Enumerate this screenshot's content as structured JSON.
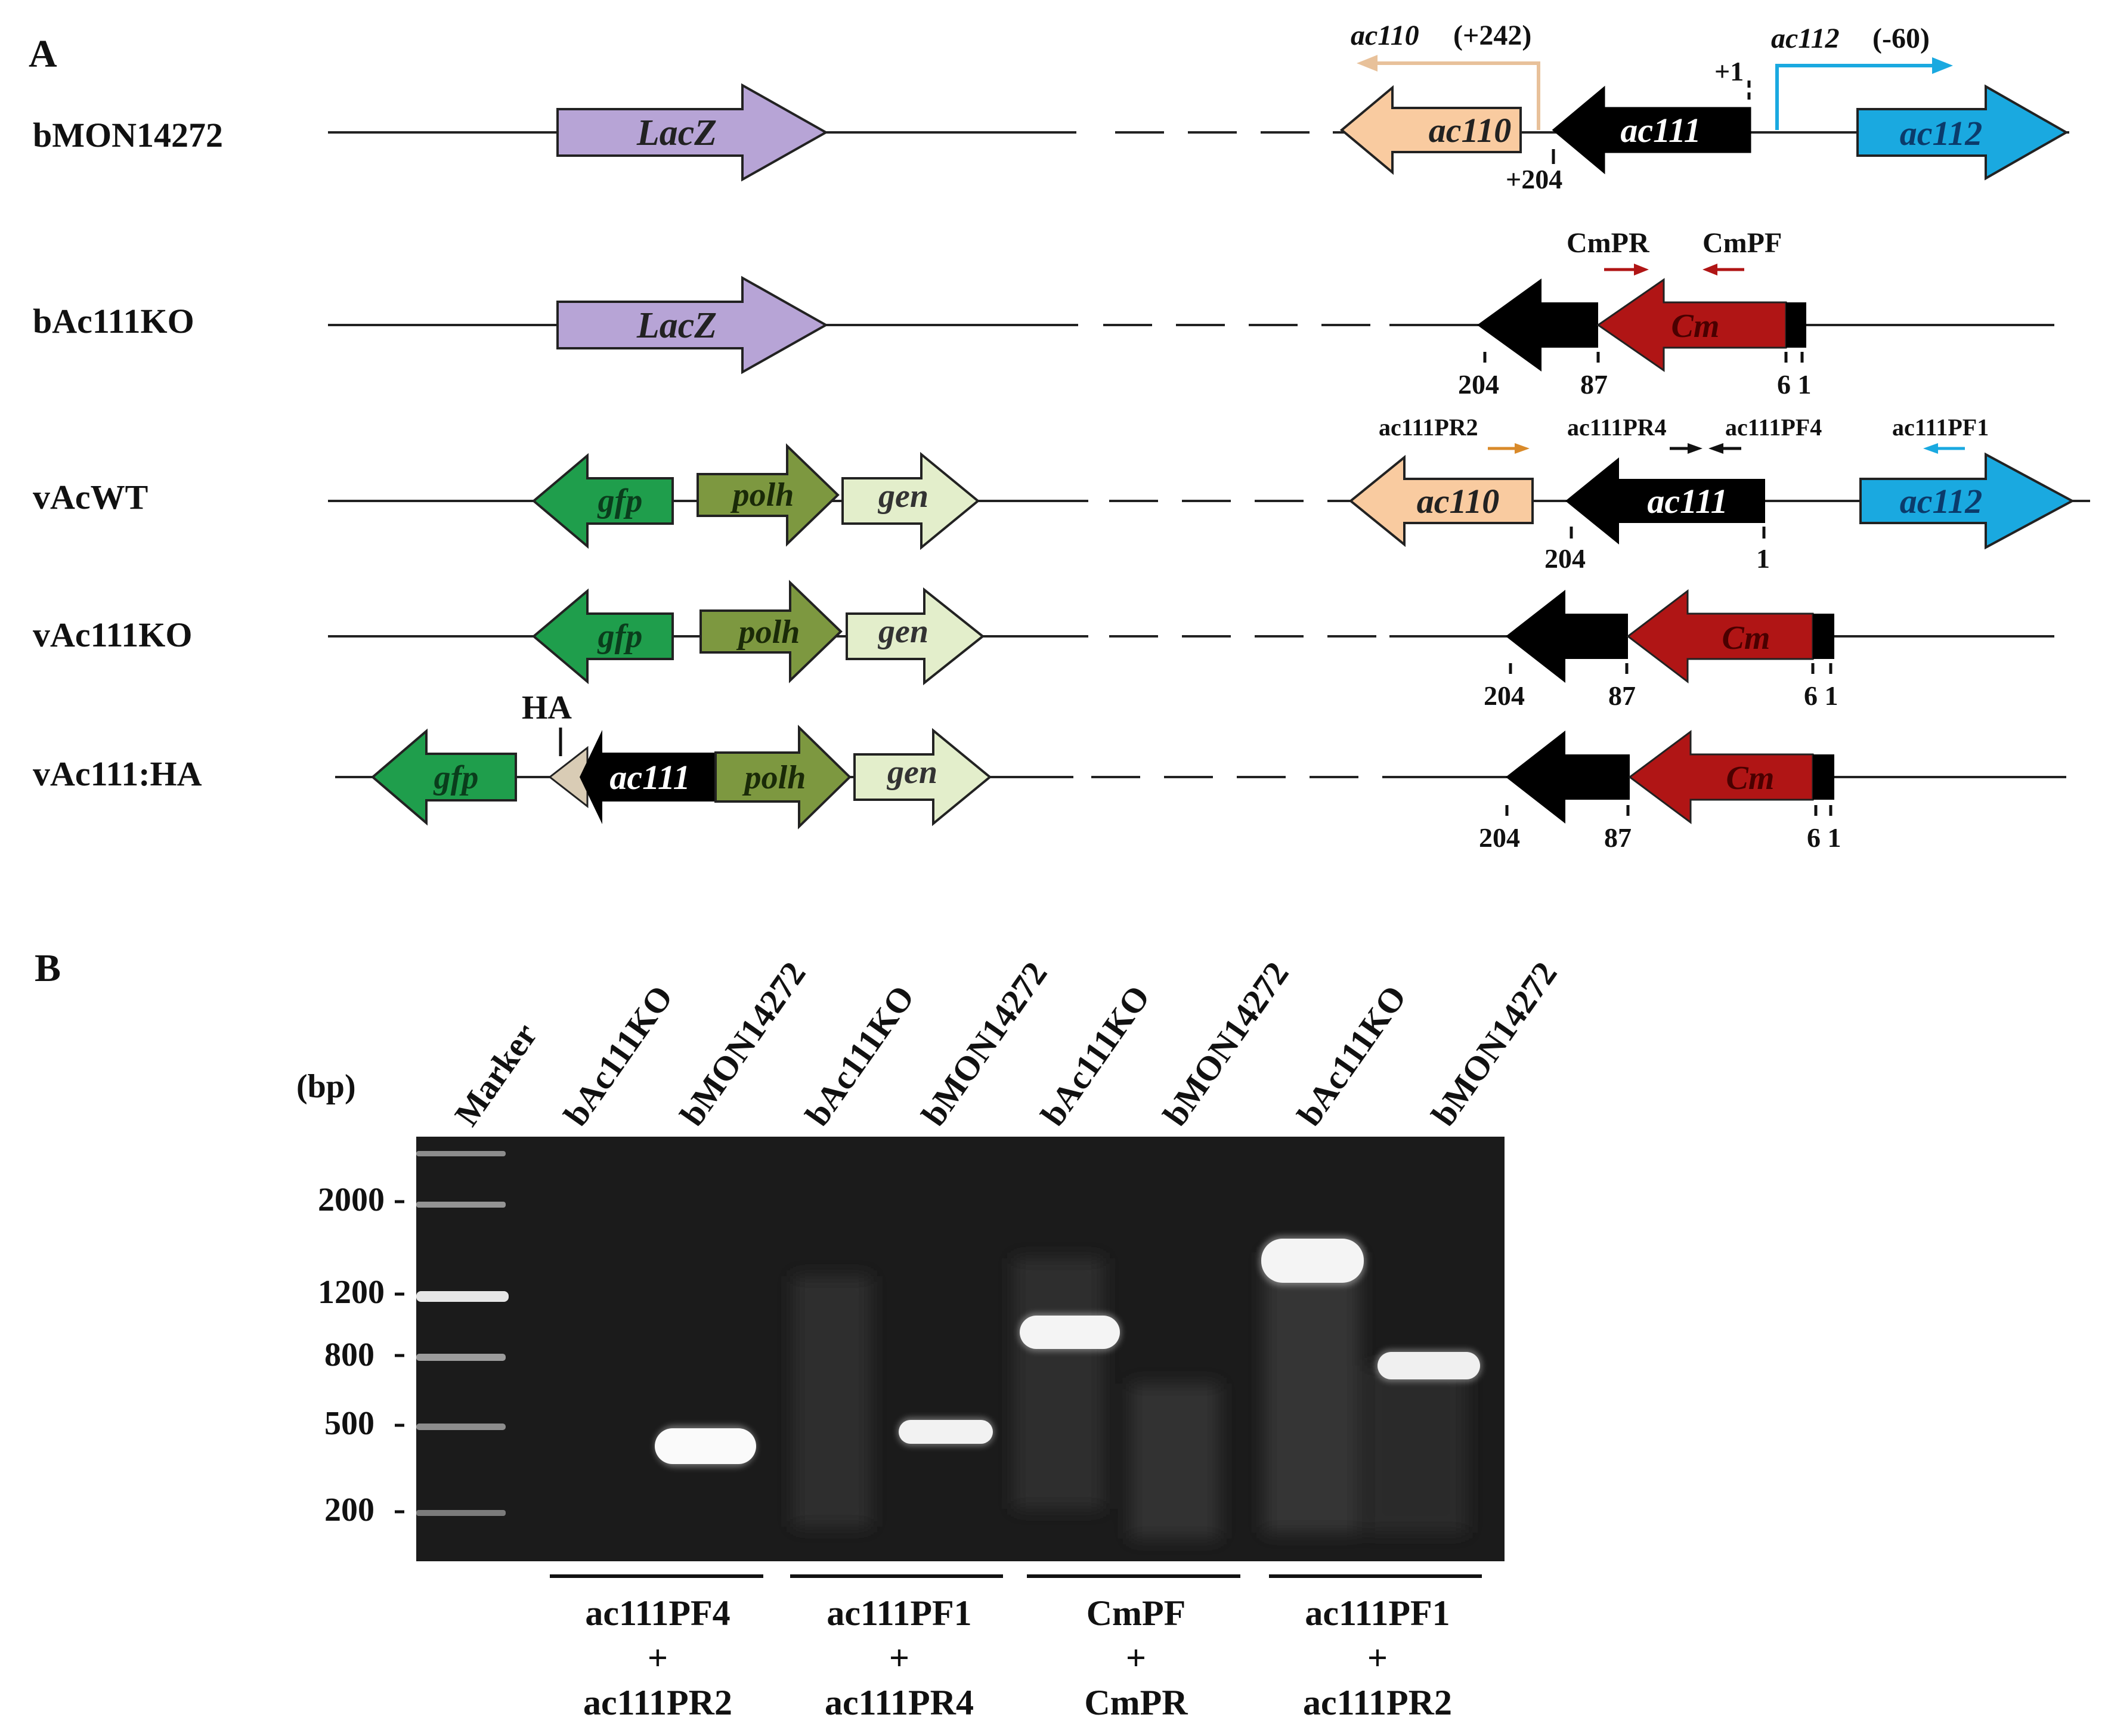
{
  "panel_a": {
    "label": "A",
    "rows": [
      {
        "name": "bMON14272"
      },
      {
        "name": "bAc111KO"
      },
      {
        "name": "vAcWT"
      },
      {
        "name": "vAc111KO"
      },
      {
        "name": "vAc111:HA"
      }
    ],
    "genes": {
      "lacz": "LacZ",
      "ac110": "ac110",
      "ac111": "ac111",
      "ac112": "ac112",
      "cm": "Cm",
      "gfp": "gfp",
      "polh": "polh",
      "gen": "gen"
    },
    "transcripts": {
      "ac110": "ac110",
      "ac110_pos": "(+242)",
      "ac112": "ac112",
      "ac112_pos": "(-60)"
    },
    "positions": {
      "p_plus1": "+1",
      "p_plus204": "+204",
      "p204": "204",
      "p87": "87",
      "p61": "6 1",
      "p1": "1"
    },
    "primers": {
      "cmpr": "CmPR",
      "cmpf": "CmPF",
      "pr2": "ac111PR2",
      "pr4": "ac111PR4",
      "pf4": "ac111PF4",
      "pf1": "ac111PF1"
    },
    "tag": "HA",
    "colors": {
      "lacz": "#b7a4d6",
      "ac110": "#f9cba0",
      "ac111": "#000000",
      "ac112": "#1aa9e0",
      "cm": "#b01515",
      "gfp": "#1f9e4c",
      "polh": "#7d9840",
      "gen": "#e3eecb",
      "ha": "#d9ccb5"
    }
  },
  "panel_b": {
    "label": "B",
    "unit": "(bp)",
    "lanes": [
      "Marker",
      "bAc111KO",
      "bMON14272",
      "bAc111KO",
      "bMON14272",
      "bAc111KO",
      "bMON14272",
      "bAc111KO",
      "bMON14272"
    ],
    "size_labels": [
      "2000",
      "1200",
      "800",
      "500",
      "200"
    ],
    "primer_pairs": [
      {
        "fwd": "ac111PF4",
        "plus": "+",
        "rev": "ac111PR2"
      },
      {
        "fwd": "ac111PF1",
        "plus": "+",
        "rev": "ac111PR4"
      },
      {
        "fwd": "CmPF",
        "plus": "+",
        "rev": "CmPR"
      },
      {
        "fwd": "ac111PF1",
        "plus": "+",
        "rev": "ac111PR2"
      }
    ]
  }
}
